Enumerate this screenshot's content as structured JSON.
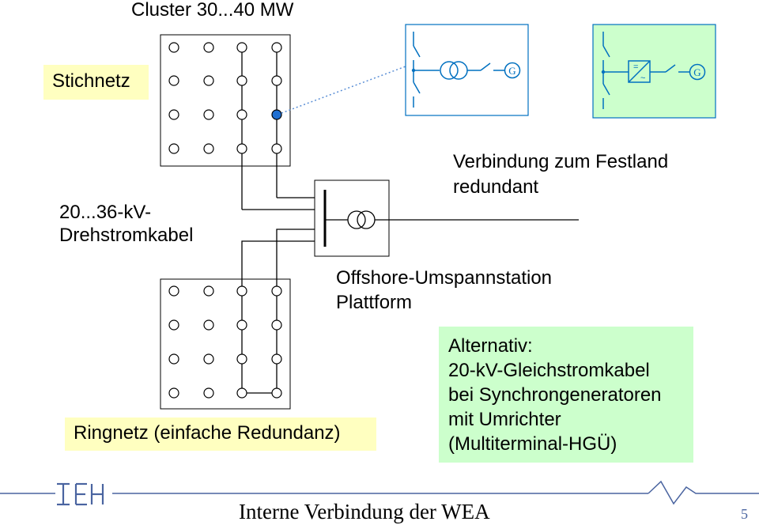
{
  "header": {
    "cluster_title": "Cluster 30...40 MW"
  },
  "labels": {
    "stichnetz": "Stichnetz",
    "cable_line1": "20...36-kV-",
    "cable_line2": "Drehstromkabel",
    "mainland_line1": "Verbindung zum Festland",
    "mainland_line2": "redundant",
    "station_line1": "Offshore-Umspannstation",
    "station_line2": "Plattform",
    "ringnetz": "Ringnetz (einfache Redundanz)",
    "alt_line1": "Alternativ:",
    "alt_line2": "20-kV-Gleichstromkabel",
    "alt_line3": "bei Synchrongeneratoren",
    "alt_line4": "mit Umrichter",
    "alt_line5": "(Multiterminal-HGÜ)"
  },
  "symbols": {
    "generator_label": "G",
    "dc_symbol": "=",
    "ac_symbol": "~"
  },
  "footer": {
    "logo_text": "IEH",
    "title": "Interne Verbindung der WEA",
    "page_number": "5"
  },
  "colors": {
    "label_box_yellow": "#ffffc0",
    "label_box_green": "#ccffcc",
    "highlight_node": "#1f6fd1",
    "detail_blue": "#0070c0",
    "dotted_link": "#5b8fd6",
    "footer_accent": "#4a64a0"
  }
}
